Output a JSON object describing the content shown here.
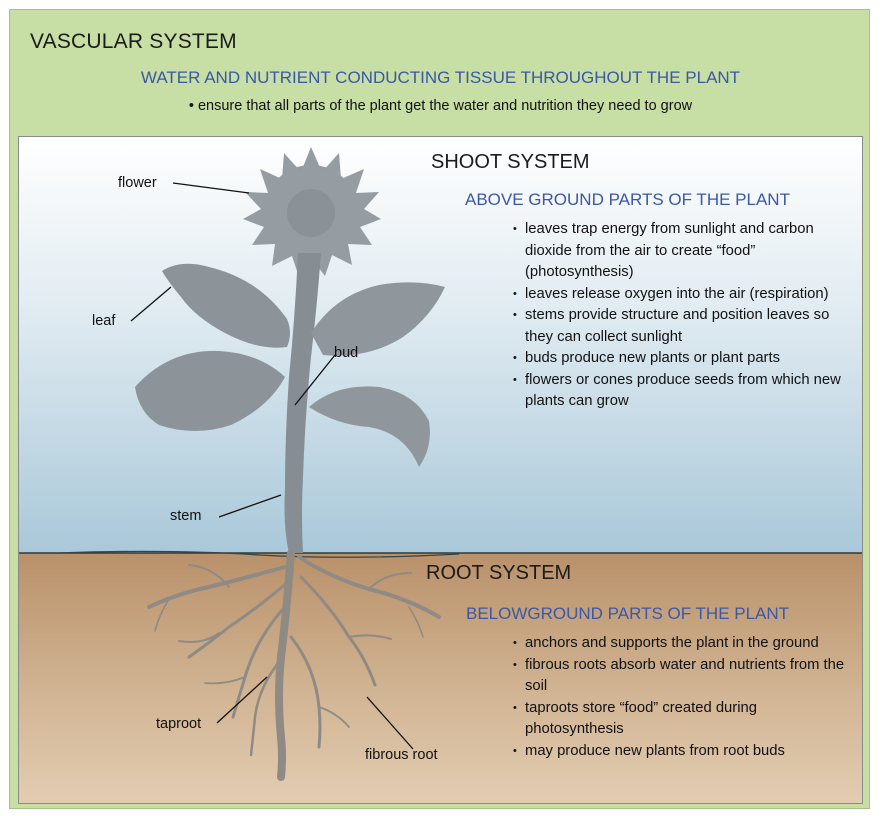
{
  "vascular": {
    "title": "VASCULAR SYSTEM",
    "subtitle": "WATER AND NUTRIENT CONDUCTING TISSUE THROUGHOUT THE PLANT",
    "bullet": "• ensure that all parts of the plant get the water and nutrition they need to grow"
  },
  "shoot": {
    "title": "SHOOT SYSTEM",
    "subtitle": "ABOVE GROUND PARTS OF THE PLANT",
    "bullets": [
      "leaves trap energy from sunlight and carbon dioxide from the air to create “food” (photosynthesis)",
      "leaves release oxygen into the air (respiration)",
      "stems provide structure and position leaves so they can collect sunlight",
      "buds produce new plants or plant parts",
      "flowers or cones produce seeds from which new plants can grow"
    ]
  },
  "root": {
    "title": "ROOT SYSTEM",
    "subtitle": "BELOWGROUND PARTS OF THE PLANT",
    "bullets": [
      "anchors and supports the plant in the ground",
      "fibrous roots absorb water and nutrients from the soil",
      "taproots store “food” created during photosynthesis",
      "may produce new plants from root buds"
    ]
  },
  "labels": {
    "flower": "flower",
    "leaf": "leaf",
    "bud": "bud",
    "stem": "stem",
    "taproot": "taproot",
    "fibrous_root": "fibrous root"
  },
  "colors": {
    "outer_background": "#c7dea5",
    "heading_blue": "#3b57a6",
    "sky_top": "#ffffff",
    "sky_bottom": "#a9c8d9",
    "soil_top": "#b9916a",
    "soil_bottom": "#e3cdb2",
    "plant_gray": "#8f979c"
  }
}
